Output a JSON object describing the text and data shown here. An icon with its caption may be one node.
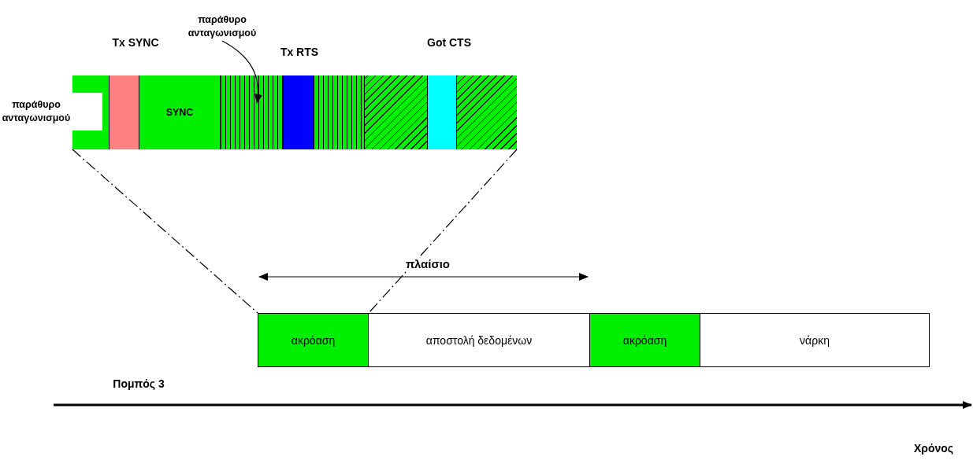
{
  "diagram": {
    "nodes": [
      {
        "text": [
          "παράθυρο ανταγωνισμού"
        ]
      },
      {
        "text": [],
        "shape": "bar"
      },
      {
        "text": [],
        "shape": "box",
        "in": 1
      },
      {
        "text": [],
        "shape": "box",
        "in": 1
      },
      {
        "text": [
          "SYNC"
        ],
        "in": 1
      },
      {
        "text": [],
        "shape": "box",
        "in": 1
      },
      {
        "text": [],
        "shape": "box",
        "in": 1
      },
      {
        "text": [],
        "shape": "box",
        "in": 1
      },
      {
        "text": [],
        "shape": "box",
        "in": 1
      },
      {
        "text": [],
        "shape": "box",
        "in": 1
      },
      {
        "text": [],
        "shape": "box",
        "in": 1
      },
      {
        "text": [
          "παράθυρο ανταγωνισμού"
        ]
      },
      {
        "text": [
          "ακρόαση"
        ]
      },
      {
        "text": [
          "αποστολή δεδομένων"
        ]
      },
      {
        "text": [
          "ακρόαση"
        ]
      },
      {
        "text": [
          "νάρκη"
        ]
      }
    ],
    "edges": [
      {
        "from": 0,
        "to": 5,
        "arrow": "to"
      },
      {
        "from": 1,
        "to": 12,
        "arrow": "none",
        "style": "dashed"
      },
      {
        "from": 1,
        "to": 12,
        "arrow": "none",
        "style": "dashed"
      }
    ],
    "labels": [
      "Tx SYNC",
      "Tx RTS",
      "Got CTS",
      "πλαίσιο",
      "Πομπός 3",
      "Χρόνος"
    ]
  }
}
